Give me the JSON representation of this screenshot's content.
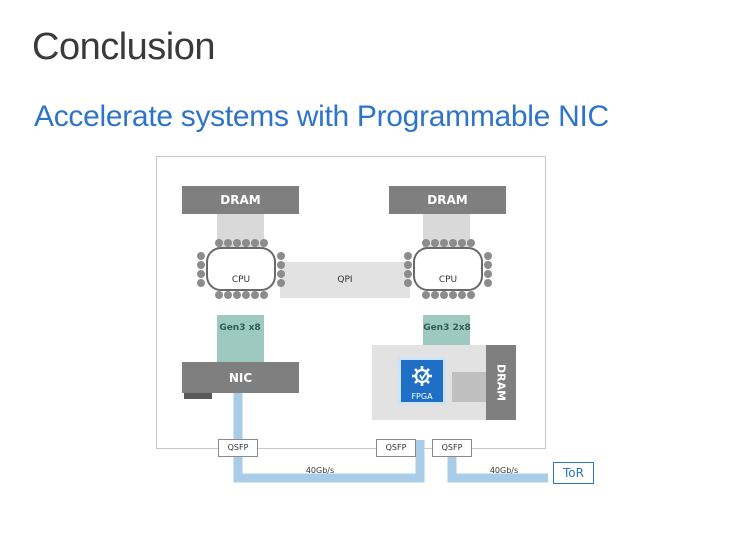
{
  "slide": {
    "title": "Conclusion",
    "subtitle": "Accelerate systems with Programmable NIC"
  },
  "diagram": {
    "dram_left": "DRAM",
    "dram_right": "DRAM",
    "cpu_left": "CPU",
    "cpu_right": "CPU",
    "qpi": "QPI",
    "gen_left": "Gen3 x8",
    "gen_right": "Gen3 2x8",
    "nic": "NIC",
    "fpga": "FPGA",
    "fpga_dram": "DRAM",
    "qsfp_left": "QSFP",
    "qsfp_mid": "QSFP",
    "qsfp_right": "QSFP",
    "link_left": "40Gb/s",
    "link_right": "40Gb/s",
    "tor": "ToR"
  },
  "colors": {
    "accent": "#2e74c8",
    "dram": "#7f7f7f",
    "pcie": "#9ec9c0",
    "link": "#a9cde8",
    "fpga": "#1f6fc6"
  }
}
